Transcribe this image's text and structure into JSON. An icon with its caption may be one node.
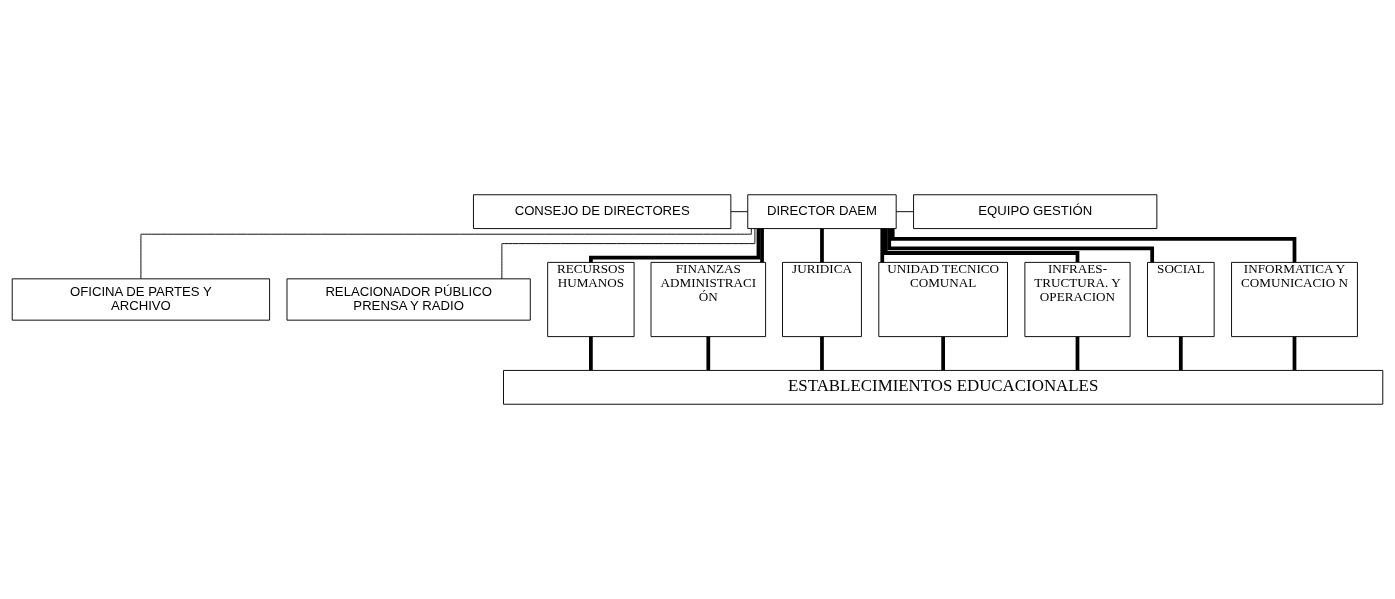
{
  "diagram": {
    "nodes": [
      {
        "text": [
          "DIRECTOR DAEM"
        ]
      },
      {
        "text": [
          "CONSEJO DE DIRECTORES"
        ]
      },
      {
        "text": [
          "EQUIPO GESTIÓN"
        ]
      },
      {
        "text": [
          "OFICINA DE PARTES Y ARCHIVO"
        ]
      },
      {
        "text": [
          "RELACIONADOR PÚBLICO PRENSA Y RADIO"
        ]
      },
      {
        "text": [
          "RECURSOS HUMANOS"
        ]
      },
      {
        "text": [
          "FINANZAS ADMINISTRACI ÓN"
        ]
      },
      {
        "text": [
          "JURIDICA"
        ]
      },
      {
        "text": [
          "UNIDAD TECNICO COMUNAL"
        ]
      },
      {
        "text": [
          "INFRAES- TRUCTURA. Y OPERACION"
        ]
      },
      {
        "text": [
          "SOCIAL"
        ]
      },
      {
        "text": [
          "INFORMATICA Y COMUNICACIO N"
        ]
      },
      {
        "text": [
          "ESTABLECIMIENTOS EDUCACIONALES"
        ]
      }
    ],
    "edges": [
      {
        "from": 1,
        "to": 0,
        "arrow": "none"
      },
      {
        "from": 0,
        "to": 2,
        "arrow": "none"
      },
      {
        "from": 0,
        "to": 3,
        "arrow": "none"
      },
      {
        "from": 0,
        "to": 4,
        "arrow": "none"
      },
      {
        "from": 0,
        "to": 5,
        "arrow": "none"
      },
      {
        "from": 0,
        "to": 6,
        "arrow": "none"
      },
      {
        "from": 0,
        "to": 7,
        "arrow": "none"
      },
      {
        "from": 0,
        "to": 8,
        "arrow": "none"
      },
      {
        "from": 0,
        "to": 9,
        "arrow": "none"
      },
      {
        "from": 0,
        "to": 10,
        "arrow": "none"
      },
      {
        "from": 0,
        "to": 11,
        "arrow": "none"
      },
      {
        "from": 5,
        "to": 12,
        "arrow": "none"
      },
      {
        "from": 6,
        "to": 12,
        "arrow": "none"
      },
      {
        "from": 7,
        "to": 12,
        "arrow": "none"
      },
      {
        "from": 8,
        "to": 12,
        "arrow": "none"
      },
      {
        "from": 9,
        "to": 12,
        "arrow": "none"
      },
      {
        "from": 10,
        "to": 12,
        "arrow": "none"
      },
      {
        "from": 11,
        "to": 12,
        "arrow": "none"
      }
    ]
  }
}
